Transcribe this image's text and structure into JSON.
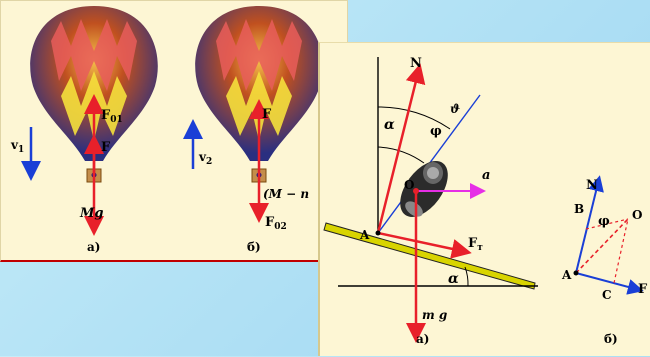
{
  "left_figure": {
    "a": {
      "label_F01": "F",
      "label_F01_sub": "01",
      "label_F": "F",
      "label_v": "v",
      "label_v_sub": "1",
      "label_Mg": "Mg",
      "caption": "а)"
    },
    "b": {
      "label_F": "F",
      "label_v": "v",
      "label_v_sub": "2",
      "label_mass": "(M − n",
      "label_F02": "F",
      "label_F02_sub": "02",
      "caption": "б)"
    }
  },
  "right_figure": {
    "a": {
      "label_N": "N",
      "label_theta": "ϑ",
      "label_alpha_top": "α",
      "label_phi": "φ",
      "label_O": "O",
      "label_a": "a",
      "label_A": "A",
      "label_Ft": "F",
      "label_Ft_sub": "т",
      "label_alpha_bottom": "α",
      "label_mg": "m g",
      "caption": "а)"
    },
    "b": {
      "label_N": "N",
      "label_B": "B",
      "label_phi": "φ",
      "label_O": "O",
      "label_A": "A",
      "label_C": "C",
      "label_F": "F",
      "caption": "б)"
    }
  },
  "colors": {
    "force_red": "#e8202a",
    "velocity_blue": "#1a3fd6",
    "accel_magenta": "#e62ee6",
    "road_yellow": "#d8d400",
    "panel_bg": "#fdf6d4"
  }
}
